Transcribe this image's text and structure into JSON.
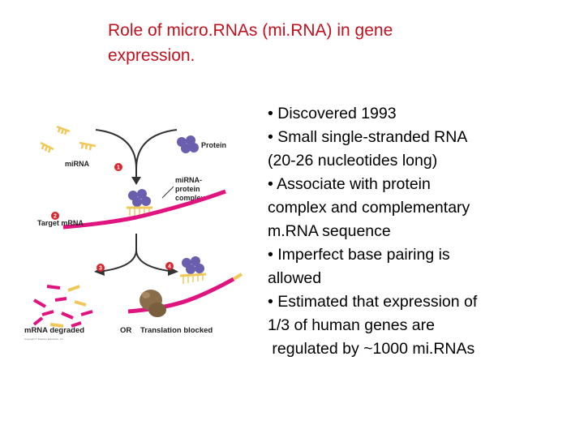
{
  "slide": {
    "title_lines": [
      "Role of micro.RNAs (mi.RNA) in  gene",
      "expression."
    ],
    "bullets": [
      "• Discovered 1993",
      "• Small single-stranded RNA",
      "(20-26 nucleotides long)",
      "• Associate with protein",
      "complex and complementary",
      "m.RNA sequence",
      "• Imperfect base pairing is",
      "allowed",
      "• Estimated that expression of",
      "1/3 of human genes are",
      " regulated by ~1000 mi.RNAs"
    ]
  },
  "figure": {
    "labels": {
      "protein": "Protein",
      "mirna": "miRNA",
      "complex_1": "miRNA-",
      "complex_2": "protein",
      "complex_3": "complex",
      "target": "Target mRNA",
      "degraded": "mRNA degraded",
      "or": "OR",
      "blocked": "Translation blocked",
      "copyright": "Copyright © Pearson Education, Inc."
    },
    "steps": [
      "1",
      "2",
      "3",
      "4"
    ],
    "colors": {
      "mrna": "#e0147f",
      "mirna": "#f0c85a",
      "protein": "#6a5fae",
      "ribosome": "#8a6d4a",
      "arrow": "#333333",
      "step_circle": "#d8262f",
      "title": "#c0111f"
    }
  }
}
